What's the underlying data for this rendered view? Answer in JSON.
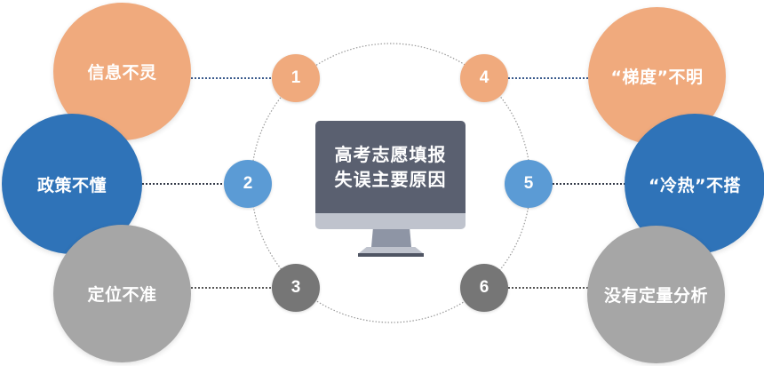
{
  "center": {
    "title_line1": "高考志愿填报",
    "title_line2": "失误主要原因",
    "icon": "monitor-icon"
  },
  "colors": {
    "orange": "#f0aa7d",
    "blue_dark": "#2f73b8",
    "blue_light": "#5b9bd5",
    "gray_light": "#a6a6a6",
    "gray_dark": "#767676",
    "monitor_screen": "#5a6070"
  },
  "reasons": [
    {
      "number": "1",
      "label": "信息不灵",
      "side": "left"
    },
    {
      "number": "2",
      "label": "政策不懂",
      "side": "left"
    },
    {
      "number": "3",
      "label": "定位不准",
      "side": "left"
    },
    {
      "number": "4",
      "label": "“梯度”不明",
      "side": "right"
    },
    {
      "number": "5",
      "label": "“冷热”不搭",
      "side": "right"
    },
    {
      "number": "6",
      "label": "没有定量分析",
      "side": "right"
    }
  ]
}
